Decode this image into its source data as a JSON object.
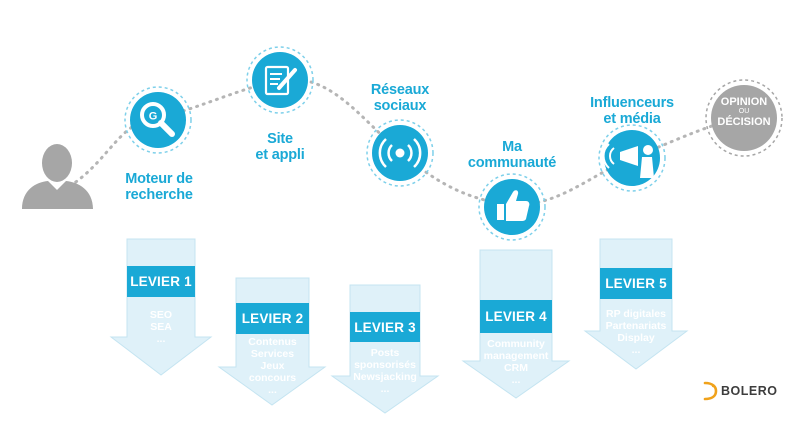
{
  "steps": [
    {
      "label": "Moteur de\nrecherche",
      "icon": "search-engine-icon"
    },
    {
      "label": "Site\net appli",
      "icon": "edit-document-icon"
    },
    {
      "label": "Réseaux\nsociaux",
      "icon": "broadcast-signal-icon"
    },
    {
      "label": "Ma\ncommunauté",
      "icon": "thumbs-up-icon"
    },
    {
      "label": "Influenceurs\net média",
      "icon": "megaphone-icon"
    }
  ],
  "decision": {
    "line1": "OPINION",
    "line2": "OU",
    "line3": "DÉCISION"
  },
  "levers": [
    {
      "title": "LEVIER 1",
      "items": [
        "SEO",
        "SEA",
        "..."
      ]
    },
    {
      "title": "LEVIER 2",
      "items": [
        "Contenus",
        "Services",
        "Jeux",
        "concours",
        "..."
      ]
    },
    {
      "title": "LEVIER 3",
      "items": [
        "Posts",
        "sponsorisés",
        "Newsjacking",
        "..."
      ]
    },
    {
      "title": "LEVIER 4",
      "items": [
        "Community",
        "management",
        "CRM",
        "..."
      ]
    },
    {
      "title": "LEVIER 5",
      "items": [
        "RP digitales",
        "Partenariats",
        "Display",
        "..."
      ]
    }
  ],
  "brand": {
    "name": "BOLERO",
    "icon": "bolero-logo-icon"
  },
  "colors": {
    "accent": "#1aa9d6",
    "accent_light": "#7ed0ea",
    "gray": "#a6a6a6",
    "text_dark": "#3d3d3d"
  }
}
